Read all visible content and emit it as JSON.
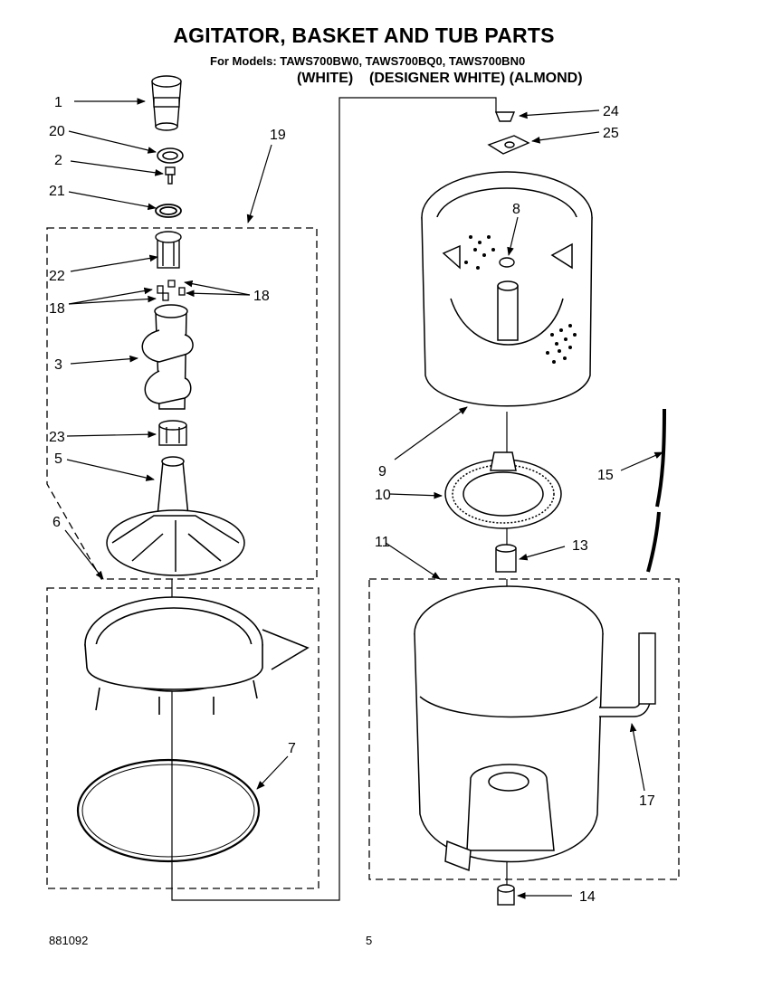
{
  "header": {
    "title": "AGITATOR, BASKET AND TUB PARTS",
    "models_line": "For Models: TAWS700BW0, TAWS700BQ0, TAWS700BN0",
    "variant_white": "(WHITE)",
    "variant_rest": "(DESIGNER WHITE) (ALMOND)"
  },
  "footer": {
    "doc_number": "881092",
    "page_number": "5"
  },
  "callouts": {
    "c1": "1",
    "c20": "20",
    "c2": "2",
    "c21": "21",
    "c19": "19",
    "c22": "22",
    "c18a": "18",
    "c18b": "18",
    "c3": "3",
    "c23": "23",
    "c5": "5",
    "c6": "6",
    "c7": "7",
    "c24": "24",
    "c25": "25",
    "c8": "8",
    "c9": "9",
    "c10": "10",
    "c15": "15",
    "c11": "11",
    "c13": "13",
    "c17": "17",
    "c14": "14"
  }
}
